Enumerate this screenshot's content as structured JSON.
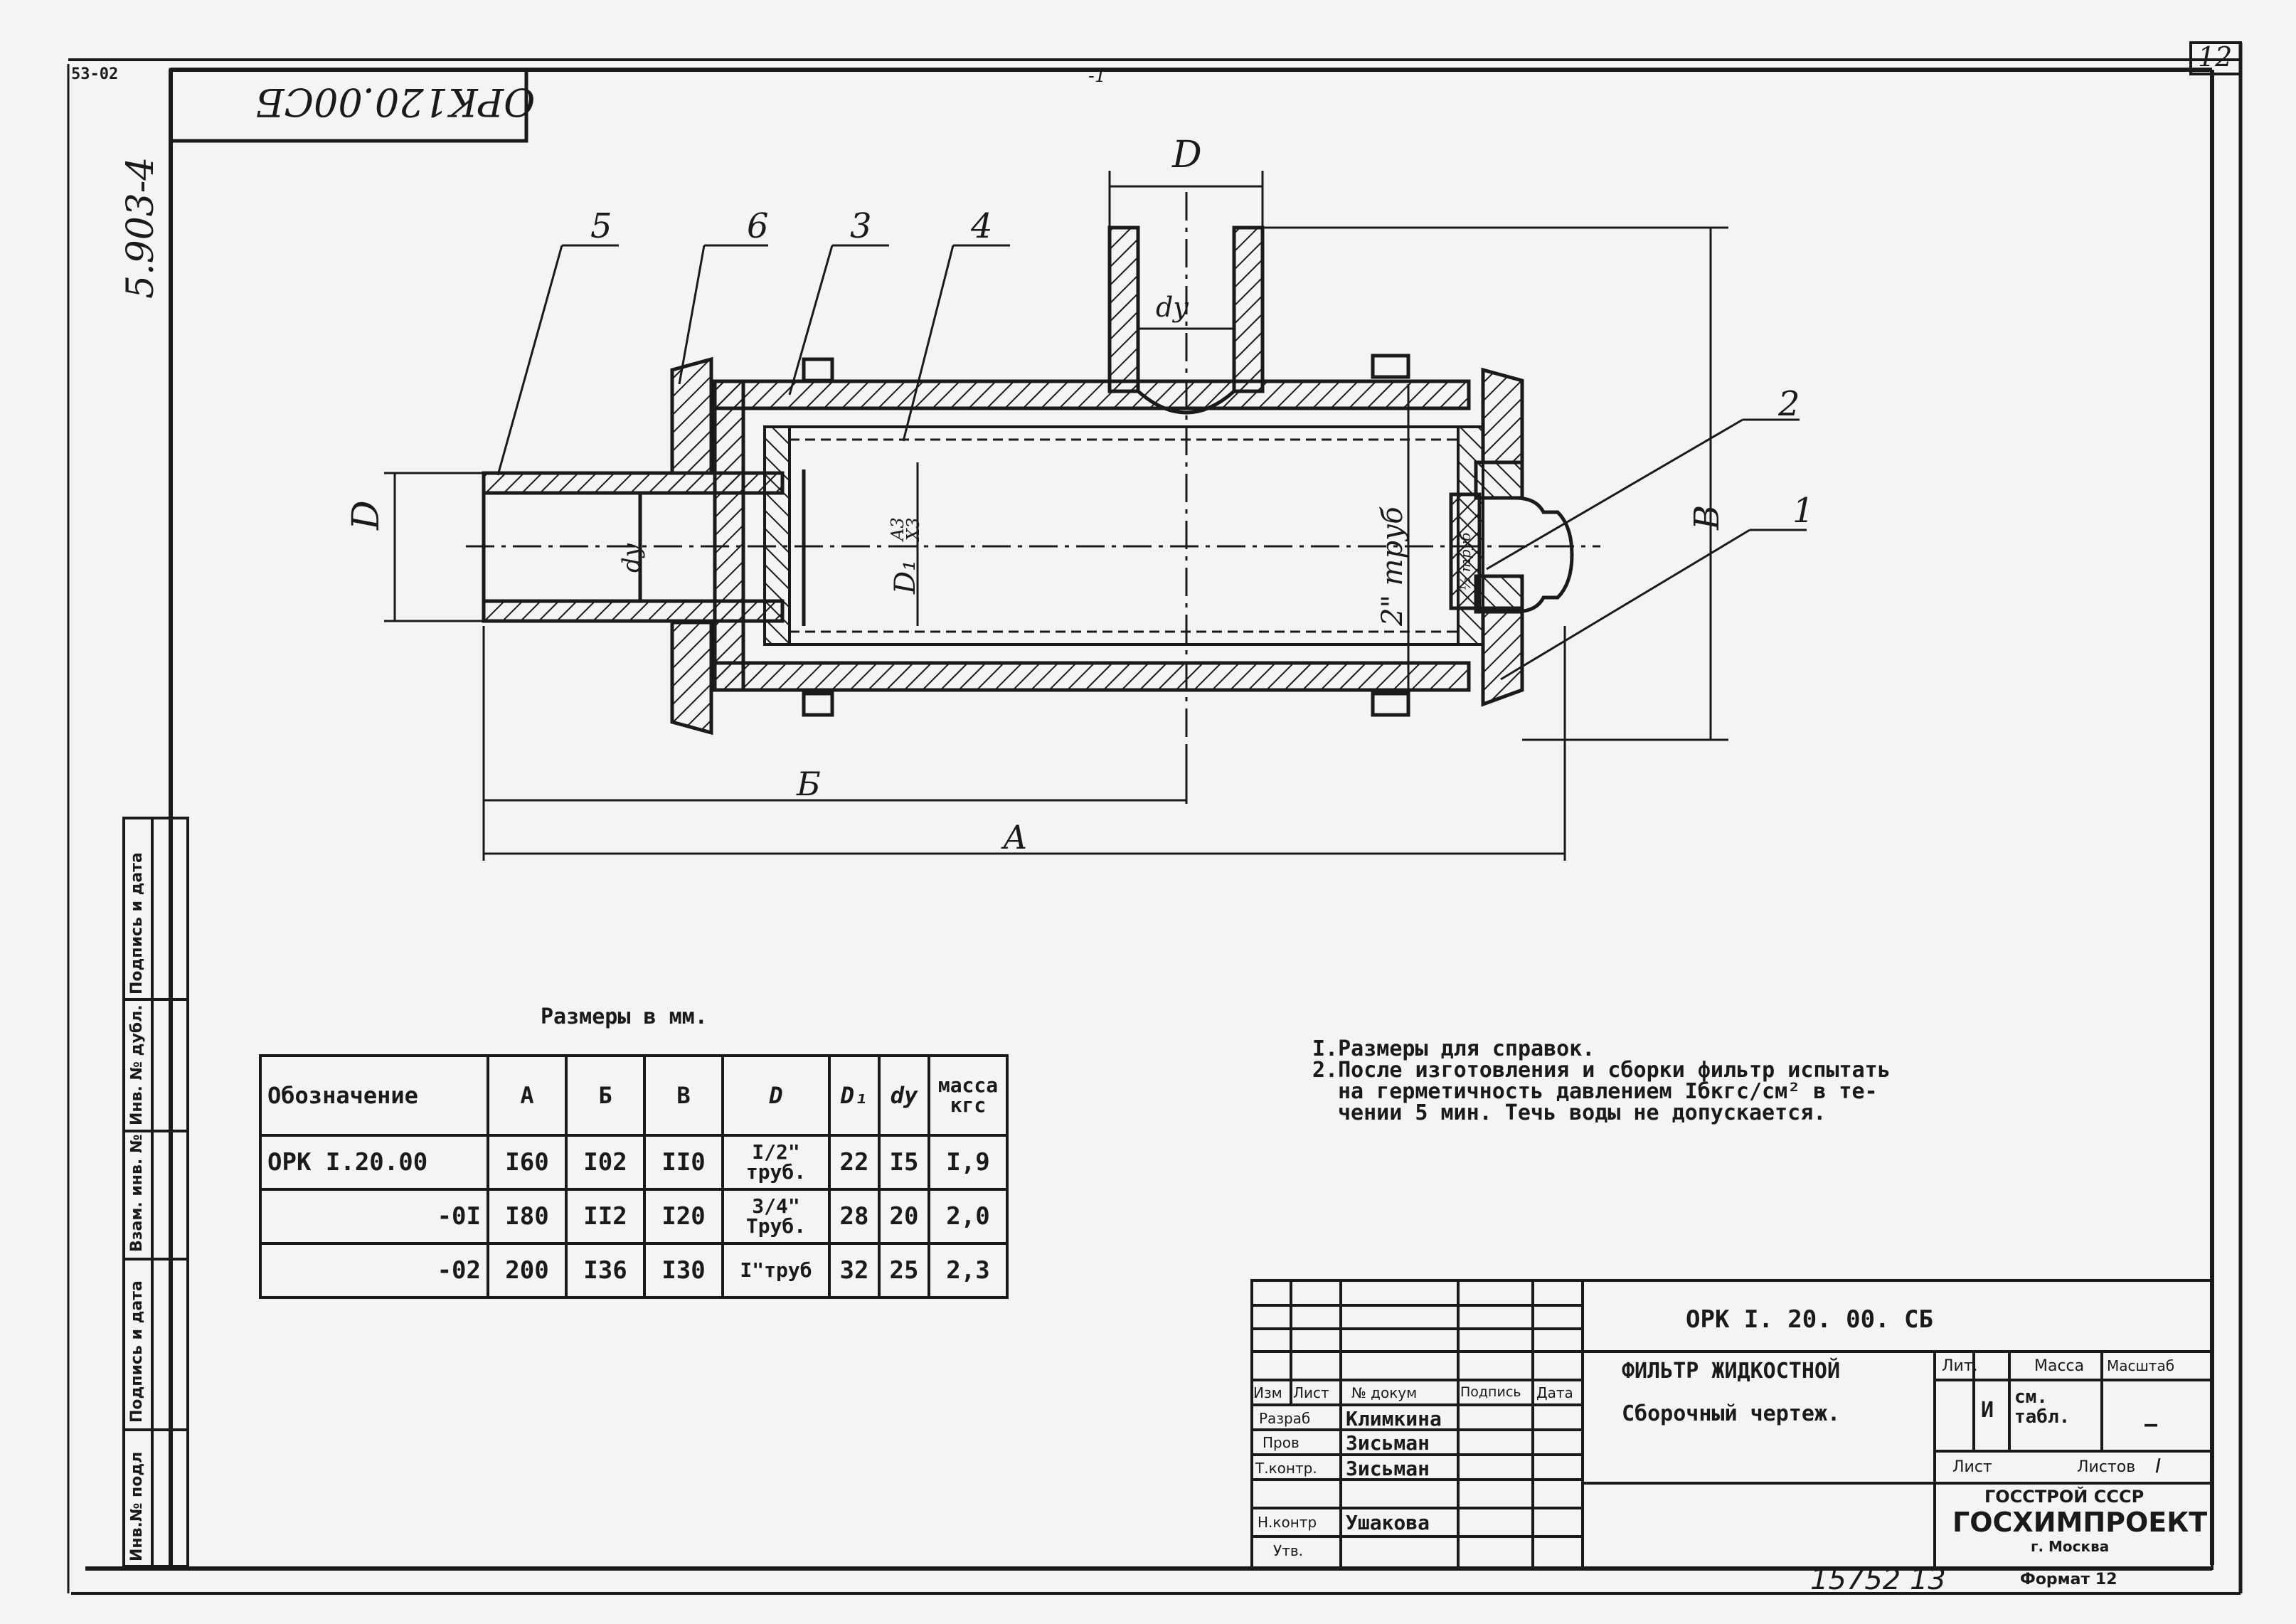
{
  "sheet": {
    "top_left_mark": "53-02",
    "sheet_number": "12",
    "top_center_mark": "-1",
    "rotated_code": "ОРК120.00СБ",
    "side_code": "5.903-4"
  },
  "callouts": {
    "p1": "1",
    "p2": "2",
    "p3": "3",
    "p4": "4",
    "p5": "5",
    "p6": "6"
  },
  "dims": {
    "D_top": "D",
    "dy_top": "dy",
    "D_left": "D",
    "dy_left": "dy",
    "D1": "D₁",
    "fit_top": "A3",
    "fit_bottom": "X3",
    "pipe": "2\" труб",
    "thread": "½ труб",
    "B_height": "В",
    "B_len": "Б",
    "A_len": "А"
  },
  "table": {
    "caption": "Размеры в мм.",
    "headers": [
      "Обозначение",
      "А",
      "Б",
      "В",
      "D",
      "D₁",
      "dy",
      "масса кгс"
    ],
    "rows": [
      [
        "ОРК I.20.00",
        "I60",
        "I02",
        "II0",
        "I/2\" труб.",
        "22",
        "I5",
        "I,9"
      ],
      [
        "-0I",
        "I80",
        "II2",
        "I20",
        "3/4\" Труб.",
        "28",
        "20",
        "2,0"
      ],
      [
        "-02",
        "200",
        "I36",
        "I30",
        "I\"труб",
        "32",
        "25",
        "2,3"
      ]
    ]
  },
  "notes": [
    "I.Размеры для справок.",
    "2.После изготовления и сборки фильтр испытать",
    "на герметичность давлением Iбкгс/см² в те-",
    "чении 5 мин. Течь воды не допускается."
  ],
  "side_stamp": [
    "Инв.№ подл",
    "Подпись и дата",
    "Взам. инв. №",
    "Инв. № дубл.",
    "Подпись и дата"
  ],
  "title_block": {
    "doc_code": "ОРК I. 20. 00. СБ",
    "name": "ФИЛЬТР ЖИДКОСТНОЙ",
    "doc_type": "Сборочный чертеж.",
    "col_headers": [
      "Изм",
      "Лист",
      "№ докум",
      "Подпись",
      "Дата"
    ],
    "roles": [
      {
        "role": "Разраб",
        "person": "Климкина"
      },
      {
        "role": "Пров",
        "person": "Зисьман"
      },
      {
        "role": "Т.контр.",
        "person": "Зисьман"
      },
      {
        "role": "Н.контр",
        "person": "Ушакова"
      },
      {
        "role": "Утв.",
        "person": ""
      }
    ],
    "lit_label": "Лит.",
    "mass_label": "Масса",
    "scale_label": "Масштаб",
    "lit_value": "И",
    "mass_value": "см. табл.",
    "scale_value": "—",
    "sheet_label": "Лист",
    "sheets_label": "Листов",
    "sheets_value": "I",
    "org1": "ГОССТРОЙ СССР",
    "org2": "ГОСХИМПРОЕКТ",
    "city": "г. Москва",
    "format": "Формат 12",
    "bottom_number": "15752 13"
  }
}
